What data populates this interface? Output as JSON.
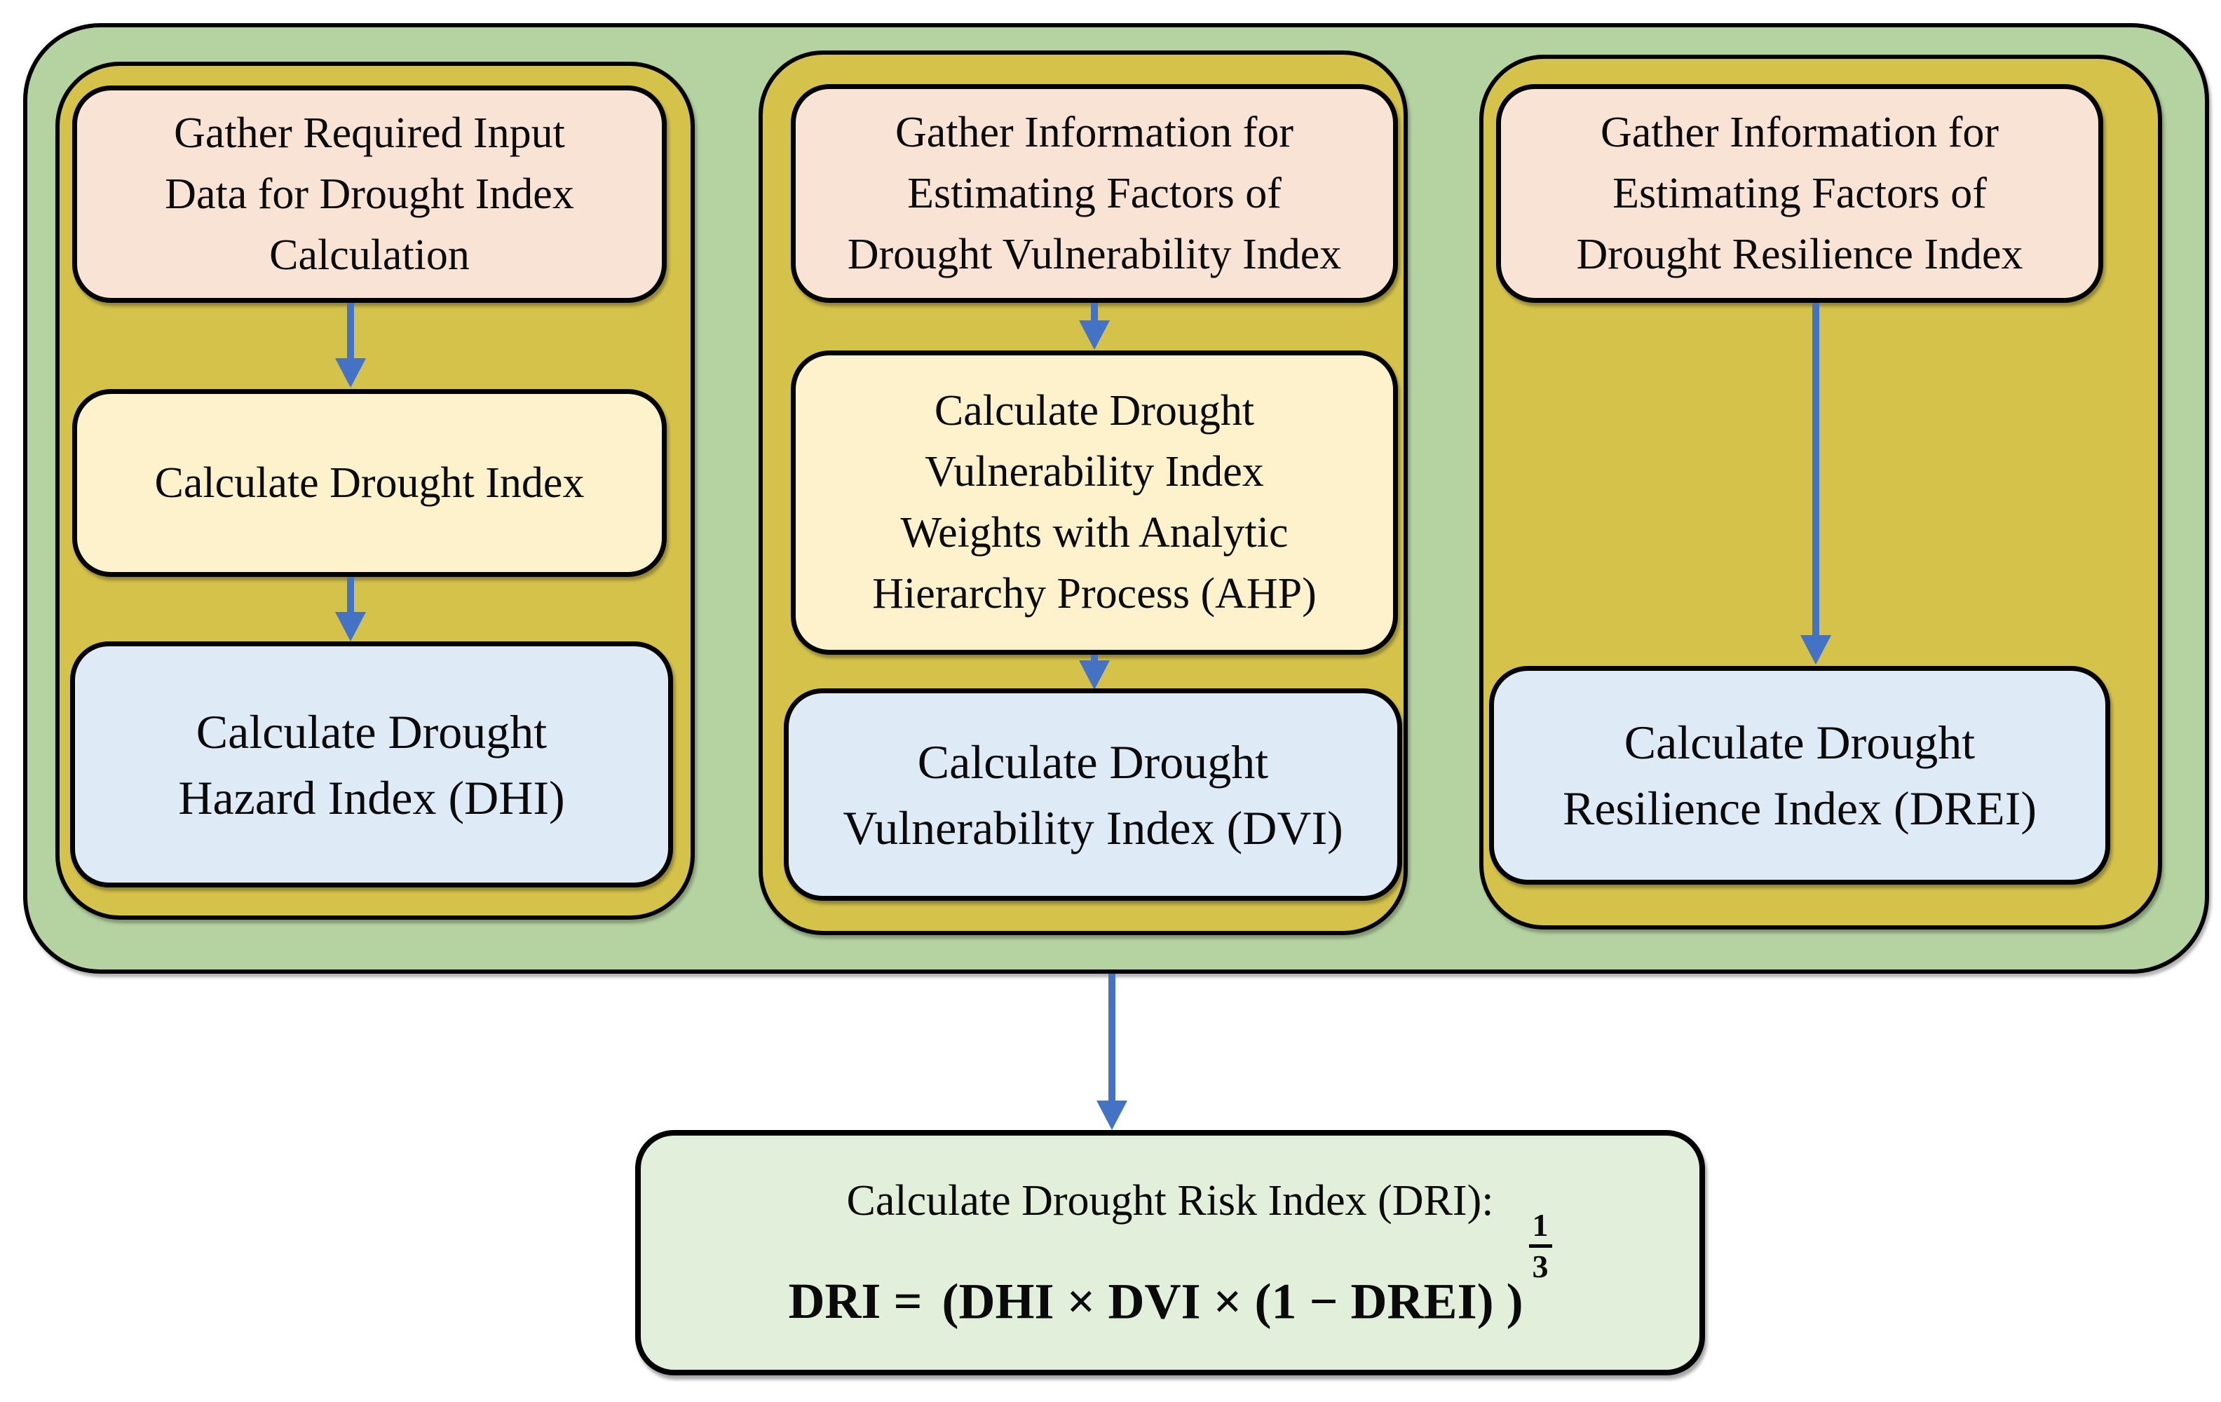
{
  "columns": [
    {
      "name": "drought-hazard",
      "boxes": [
        {
          "role": "gather",
          "lines": [
            "Gather Required Input",
            "Data for Drought Index",
            "Calculation"
          ]
        },
        {
          "role": "calculate",
          "lines": [
            "Calculate Drought Index"
          ]
        },
        {
          "role": "result",
          "lines": [
            "Calculate Drought",
            "Hazard Index (DHI)"
          ]
        }
      ]
    },
    {
      "name": "drought-vulnerability",
      "boxes": [
        {
          "role": "gather",
          "lines": [
            "Gather Information for",
            "Estimating Factors of",
            "Drought Vulnerability Index"
          ]
        },
        {
          "role": "calculate",
          "lines": [
            "Calculate Drought",
            "Vulnerability Index",
            "Weights with Analytic",
            "Hierarchy Process (AHP)"
          ]
        },
        {
          "role": "result",
          "lines": [
            "Calculate Drought",
            "Vulnerability Index (DVI)"
          ]
        }
      ]
    },
    {
      "name": "drought-resilience",
      "boxes": [
        {
          "role": "gather",
          "lines": [
            "Gather Information for",
            "Estimating Factors of",
            "Drought Resilience Index"
          ]
        },
        {
          "role": "result",
          "lines": [
            "Calculate Drought",
            "Resilience Index (DREI)"
          ]
        }
      ]
    }
  ],
  "final_box": {
    "title": "Calculate Drought Risk Index (DRI):",
    "formula_lhs": "DRI =",
    "formula_body": "(DHI × DVI × (1 − DREI) )",
    "exponent": {
      "numerator": "1",
      "denominator": "3"
    }
  },
  "colors": {
    "outer_fill": "#b4d3a1",
    "column_fill": "#d5c24a",
    "gather_fill": "#f9e3d5",
    "calculate_fill": "#fdf2cc",
    "result_fill": "#deebf7",
    "final_fill": "#e2efda",
    "arrow": "#4472c4",
    "border": "#000000"
  }
}
